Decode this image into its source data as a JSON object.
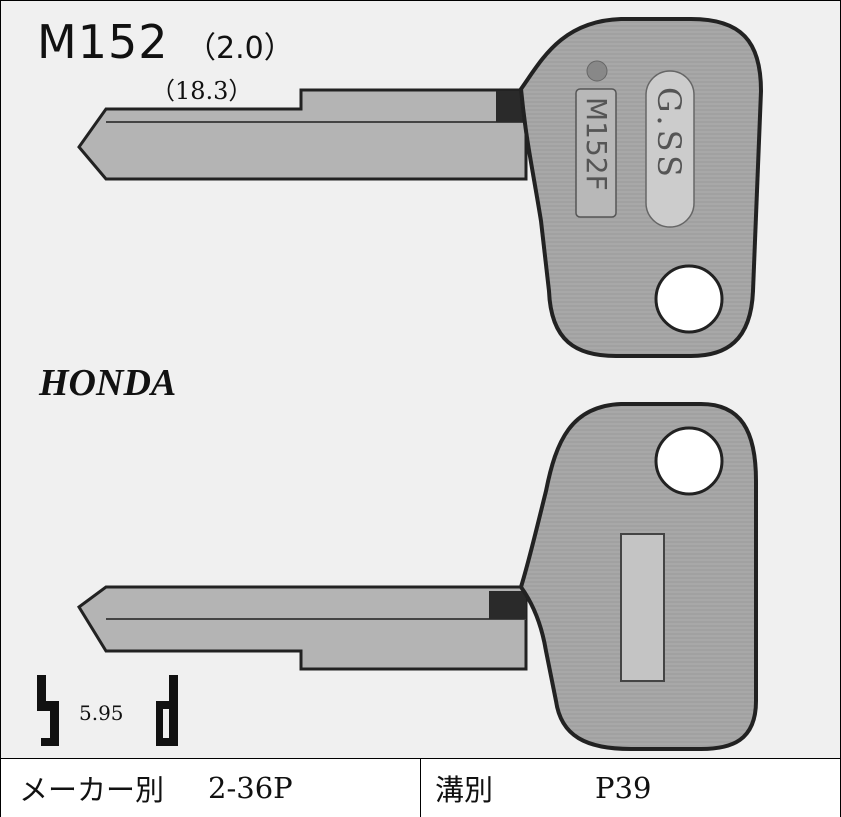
{
  "key": {
    "model": "M152",
    "thickness": "（2.0）",
    "length": "（18.3）",
    "brand": "G.SS",
    "stamp": "M152F",
    "maker": "HONDA",
    "profile_width": "5.95"
  },
  "footer": {
    "maker_label": "メーカー別",
    "maker_value": "2-36P",
    "groove_label": "溝別",
    "groove_value": "P39"
  },
  "colors": {
    "background": "#f0f0f0",
    "key_body": "#a6a6a6",
    "key_outline": "#222222",
    "footer": "#ffffff"
  }
}
